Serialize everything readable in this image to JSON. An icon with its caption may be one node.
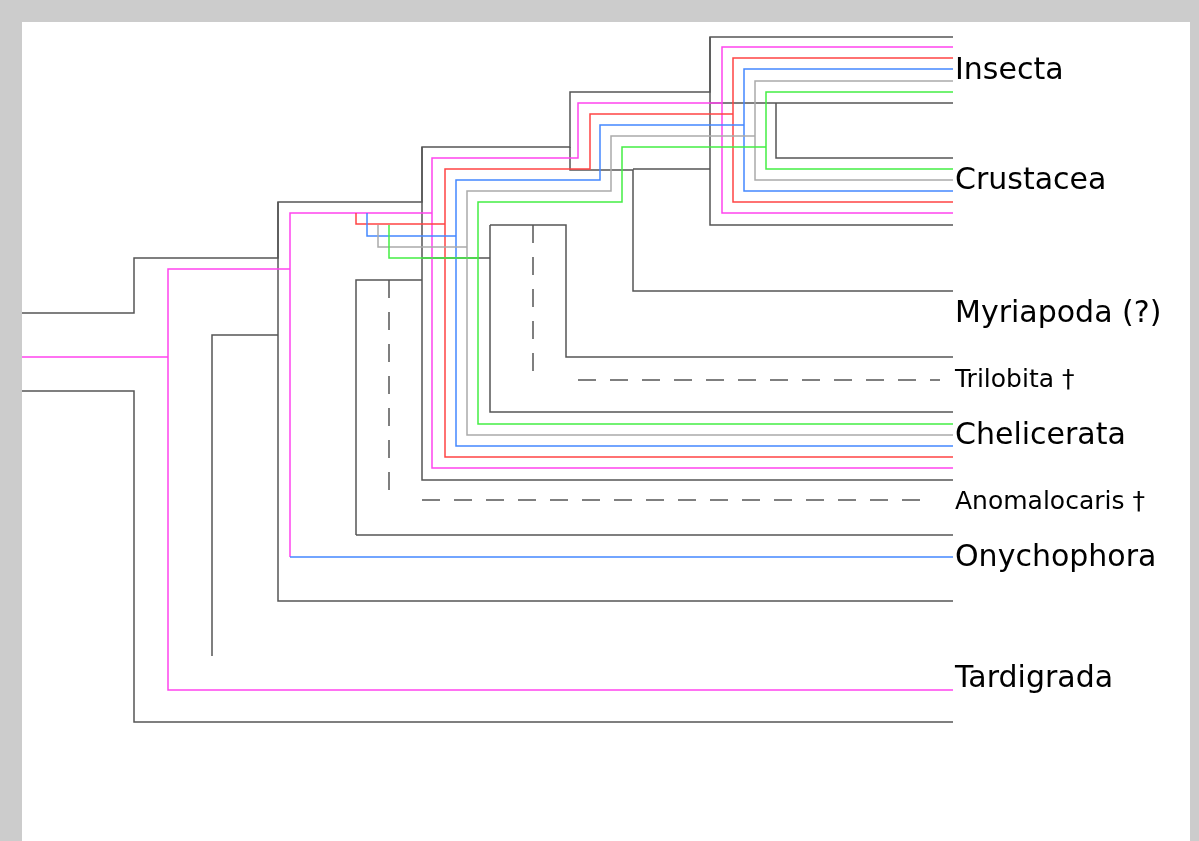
{
  "diagram": {
    "labels": [
      "Insecta",
      "Crustacea",
      "Myriapoda (?)",
      "Trilobita †",
      "Chelicerata",
      "Anomalocaris †",
      "Onychophora",
      "Tardigrada"
    ]
  }
}
